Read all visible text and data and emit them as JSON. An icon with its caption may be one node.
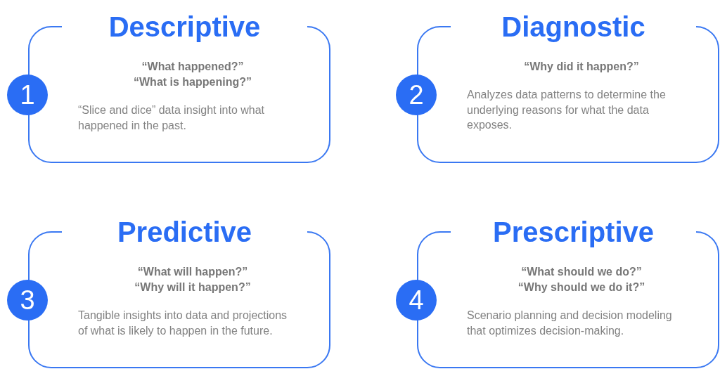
{
  "diagram": {
    "nodes": [
      {
        "text": [
          "Descriptive",
          "“What happened?”",
          "“What is happening?”",
          "“Slice and dice” data insight into what happened in the past."
        ]
      },
      {
        "text": [
          "1"
        ]
      },
      {
        "text": [
          "Diagnostic",
          "“Why did it happen?”",
          "Analyzes data patterns to determine the underlying reasons for what the data exposes."
        ]
      },
      {
        "text": [
          "2"
        ]
      },
      {
        "text": [
          "Predictive",
          "“What will happen?”",
          "“Why will it happen?”",
          "Tangible insights into data and projections of what is likely to happen in the future."
        ]
      },
      {
        "text": [
          "3"
        ]
      },
      {
        "text": [
          "Prescriptive",
          "“What should we do?”",
          "“Why should we do it?”",
          "Scenario planning and decision modeling that optimizes decision-making."
        ]
      },
      {
        "text": [
          "4"
        ]
      }
    ]
  }
}
